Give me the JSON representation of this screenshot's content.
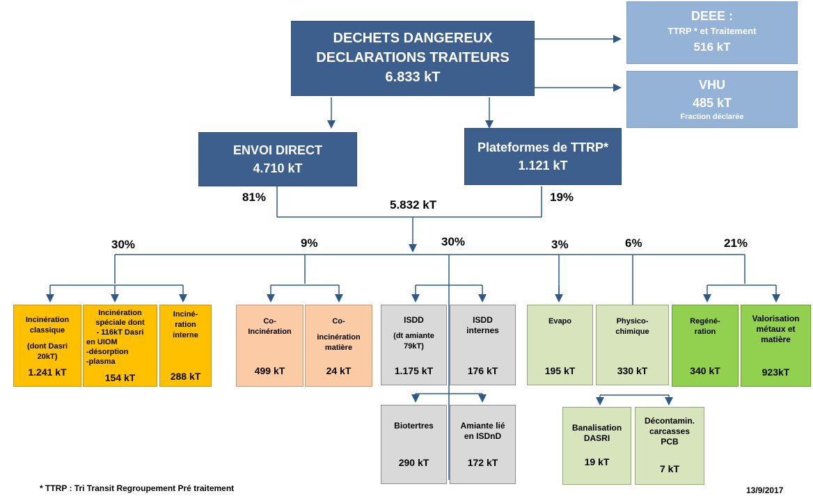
{
  "main": {
    "line1": "DECHETS DANGEREUX",
    "line2": "DECLARATIONS TRAITEURS",
    "value": "6.833 kT"
  },
  "deee": {
    "title": "DEEE :",
    "sub": "TTRP * et Traitement",
    "value": "516 kT"
  },
  "vhu": {
    "title": "VHU",
    "value": "485 kT",
    "note": "Fraction déclarée"
  },
  "envoi": {
    "title": "ENVOI DIRECT",
    "value": "4.710 kT",
    "pct": "81%"
  },
  "plateformes": {
    "title": "Plateformes de TTRP*",
    "value": "1.121 kT",
    "pct": "19%"
  },
  "total": "5.832 kT",
  "groups": {
    "incineration_pct": "30%",
    "coinc_pct": "9%",
    "isdd_pct": "30%",
    "evapo_pct": "3%",
    "physico_pct": "6%",
    "regen_pct": "21%"
  },
  "cells": {
    "inc_classique": {
      "l1": "Incinération",
      "l2": "classique",
      "l3": "(dont Dasri",
      "l4": "20kT)",
      "value": "1.241 kT"
    },
    "inc_speciale": {
      "l1": "Incinération",
      "l2": "spéciale dont",
      "l3": "- 116kT Dasri",
      "l4": "en UIOM",
      "l5": "-désorption",
      "l6": "-plasma",
      "value": "154 kT"
    },
    "inc_interne": {
      "l1": "Inciné-",
      "l2": "ration",
      "l3": "interne",
      "value": "288 kT"
    },
    "co_inc": {
      "l1": "Co-",
      "l2": "Incinération",
      "value": "499 kT"
    },
    "co_inc_mat": {
      "l1": "Co-",
      "l2": "incinération",
      "l3": "matière",
      "value": "24 kT"
    },
    "isdd": {
      "l1": "ISDD",
      "l2": "(dt amiante",
      "l3": "79kT)",
      "value": "1.175 kT"
    },
    "isdd_int": {
      "l1": "ISDD",
      "l2": "internes",
      "value": "176 kT"
    },
    "evapo": {
      "l1": "Evapo",
      "value": "195 kT"
    },
    "physico": {
      "l1": "Physico-",
      "l2": "chimique",
      "value": "330 kT"
    },
    "regen": {
      "l1": "Regéné-",
      "l2": "ration",
      "value": "340 kT"
    },
    "valor": {
      "l1": "Valorisation",
      "l2": "métaux et",
      "l3": "matière",
      "value": "923kT"
    },
    "biotertres": {
      "l1": "Biotertres",
      "value": "290 kT"
    },
    "amiante": {
      "l1": "Amiante lié",
      "l2": "en ISDnD",
      "value": "172 kT"
    },
    "banal": {
      "l1": "Banalisation",
      "l2": "DASRI",
      "value": "19 kT"
    },
    "decont": {
      "l1": "Décontamin.",
      "l2": "carcasses",
      "l3": "PCB",
      "value": "7 kT"
    }
  },
  "footnote": "* TTRP : Tri Transit Regroupement Pré traitement",
  "date": "13/9/2017",
  "colors": {
    "dark_blue": "#3c5f8e",
    "light_blue": "#95b3d7",
    "yellow": "#ffc000",
    "orange": "#fbcba6",
    "gray": "#d9d9d9",
    "light_green": "#d8e4bc",
    "green": "#92d050",
    "connector": "#2e5a8a"
  }
}
